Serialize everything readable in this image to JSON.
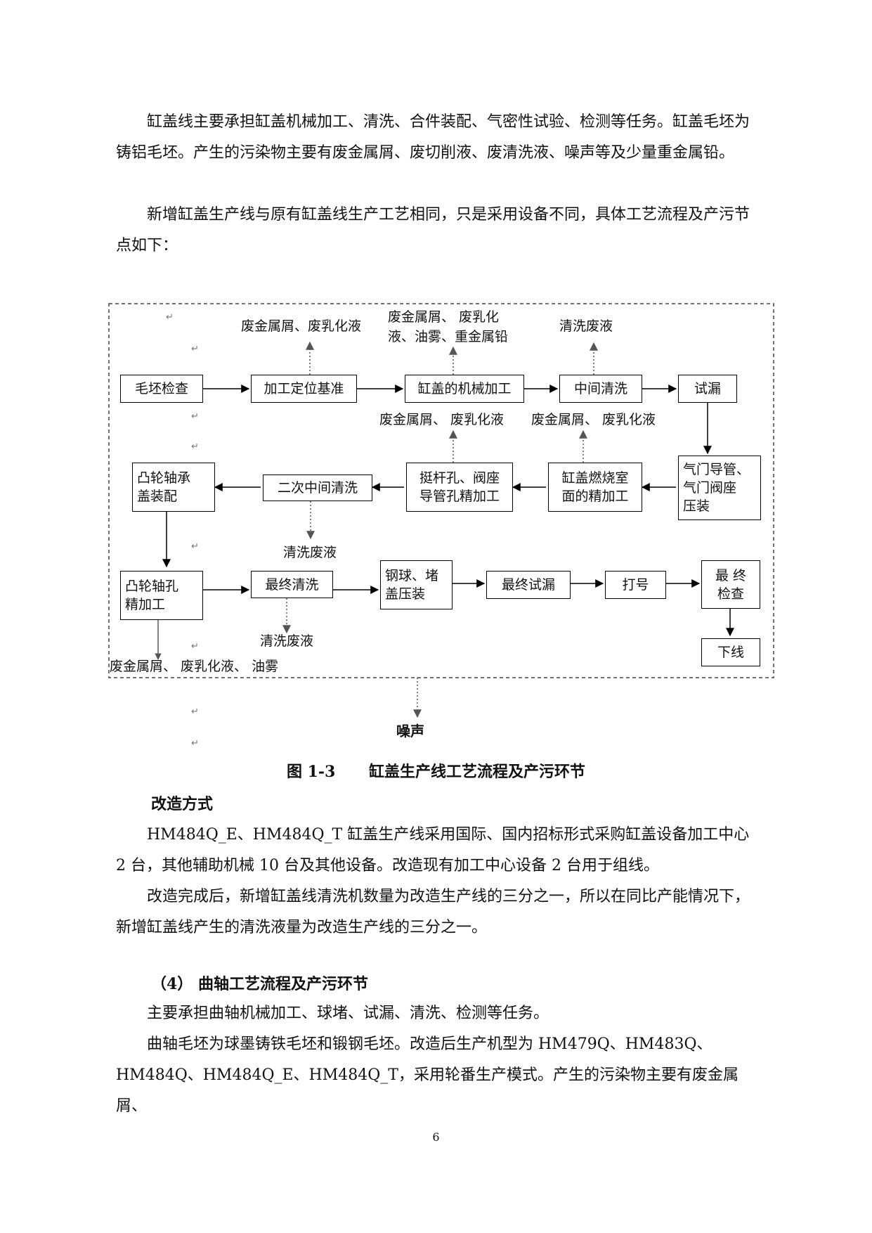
{
  "intro": {
    "p1": "缸盖线主要承担缸盖机械加工、清洗、合件装配、气密性试验、检测等任务。缸盖毛坯为铸铝毛坯。产生的污染物主要有废金属屑、废切削液、废清洗液、噪声等及少量重金属铅。",
    "p2": "新增缸盖生产线与原有缸盖线生产工艺相同，只是采用设备不同，具体工艺流程及产污节点如下："
  },
  "flowchart": {
    "boxes": {
      "b1": "毛坯检查",
      "b2": "加工定位基准",
      "b3": "缸盖的机械加工",
      "b4": "中间清洗",
      "b5": "试漏",
      "b6": "气门导管、\n气门阀座\n压装",
      "b7": "缸盖燃烧室\n面的精加工",
      "b8": "挺杆孔、阀座\n导管孔精加工",
      "b9": "二次中间清洗",
      "b10": "凸轮轴承\n盖装配",
      "b11": "凸轮轴孔\n精加工",
      "b12": "最终清洗",
      "b13": "钢球、堵\n盖压装",
      "b14": "最终试漏",
      "b15": "打号",
      "b16": "最  终\n检查",
      "b17": "下线"
    },
    "outputs": {
      "o1": "废金属屑、废乳化液",
      "o2": "废金属屑、 废乳化\n液、油雾、重金属铅",
      "o3": "清洗废液",
      "o4": "废金属屑、 废乳化液",
      "o5": "废金属屑、 废乳化液",
      "o6": "清洗废液",
      "o7": "清洗废液",
      "o8": "废金属屑、 废乳化液、 油雾"
    },
    "noise": "噪声"
  },
  "caption": {
    "number": "图 1-3",
    "title": "缸盖生产线工艺流程及产污环节"
  },
  "section1": {
    "heading": "改造方式",
    "p1": "HM484Q_E、HM484Q_T 缸盖生产线采用国际、国内招标形式采购缸盖设备加工中心 2 台，其他辅助机械 10 台及其他设备。改造现有加工中心设备 2 台用于组线。",
    "p2": "改造完成后，新增缸盖线清洗机数量为改造生产线的三分之一，所以在同比产能情况下，新增缸盖线产生的清洗液量为改造生产线的三分之一。"
  },
  "section2": {
    "heading": "（4）  曲轴工艺流程及产污环节",
    "p1": "主要承担曲轴机械加工、球堵、试漏、清洗、检测等任务。",
    "p2": "曲轴毛坯为球墨铸铁毛坯和锻钢毛坯。改造后生产机型为 HM479Q、HM483Q、HM484Q、HM484Q_E、HM484Q_T，采用轮番生产模式。产生的污染物主要有废金属屑、"
  },
  "page_number": "6"
}
